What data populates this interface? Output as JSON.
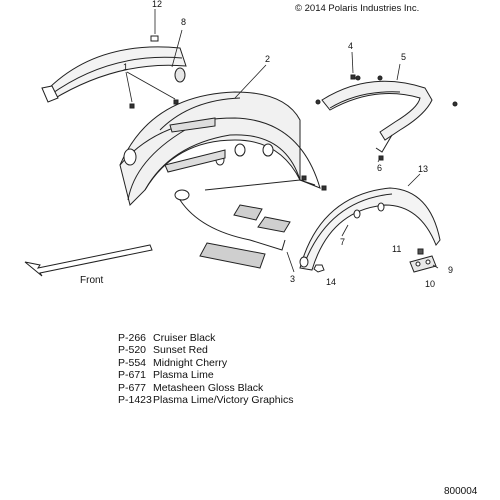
{
  "copyright": "© 2014 Polaris Industries Inc.",
  "direction_label": "Front",
  "callouts": [
    "12",
    "8",
    "2",
    "4",
    "5",
    "1",
    "6",
    "13",
    "7",
    "11",
    "9",
    "10",
    "3",
    "14"
  ],
  "paint_codes": [
    {
      "code": "P-266",
      "name": "Cruiser Black"
    },
    {
      "code": "P-520",
      "name": "Sunset Red"
    },
    {
      "code": "P-554",
      "name": "Midnight Cherry"
    },
    {
      "code": "P-671",
      "name": "Plasma Lime"
    },
    {
      "code": "P-677",
      "name": "Metasheen Gloss Black"
    },
    {
      "code": "P-1423",
      "name": "Plasma Lime/Victory Graphics"
    }
  ],
  "figure_number": "800004"
}
